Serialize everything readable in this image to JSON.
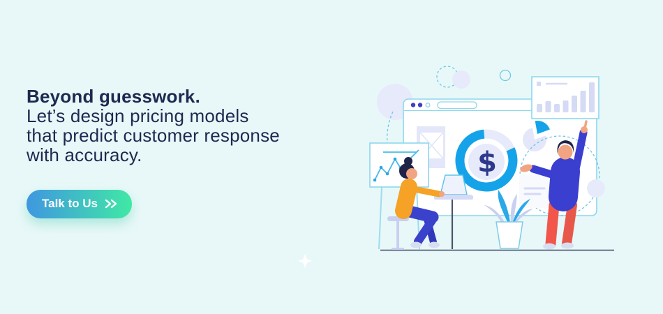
{
  "background_color": "#e8f8f8",
  "headline": {
    "bold_line": "Beyond guesswork.",
    "lines": [
      "Let’s design pricing models",
      "that predict customer response",
      "with accuracy."
    ],
    "color": "#1d2950"
  },
  "cta_button": {
    "label": "Talk to Us",
    "icon": "double-chevron-right-icon",
    "gradient_start": "#3f97e0",
    "gradient_end": "#40e8a5",
    "text_color": "#ffffff"
  },
  "illustration": {
    "description": "two people reviewing pricing dashboards on a large browser window",
    "dollar_symbol": "$",
    "colors": {
      "accent_blue": "#14a3e9",
      "light_blue_border": "#8ed7ec",
      "lavender": "#e4e7f9",
      "bar_lavender": "#d5daf5",
      "indigo": "#3a3fd0",
      "coral_pants": "#f2564a",
      "orange_top": "#f5a226",
      "hair_navy": "#1f2347",
      "skin": "#f2a482",
      "dollar_navy": "#2d3a8c"
    }
  }
}
